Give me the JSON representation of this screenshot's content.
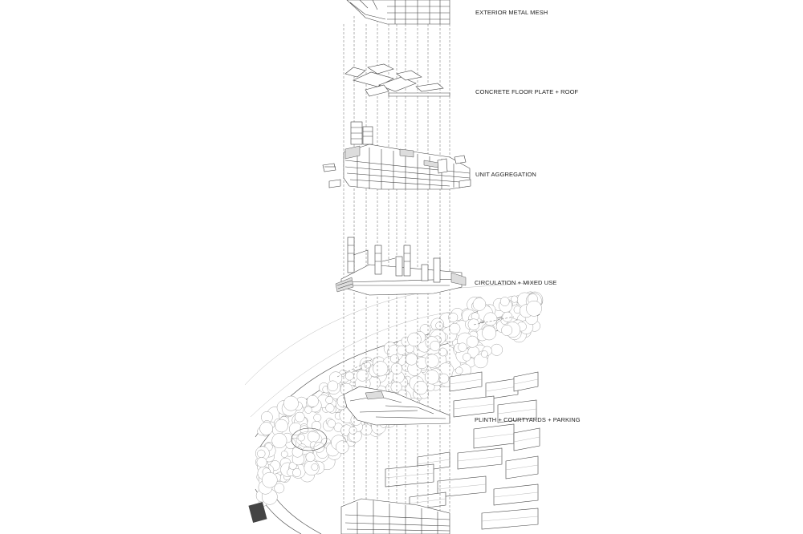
{
  "layers": [
    {
      "label": "EXTERIOR METAL MESH"
    },
    {
      "label": "CONCRETE FLOOR PLATE + ROOF"
    },
    {
      "label": "UNIT AGGREGATION"
    },
    {
      "label": "CIRCULATION + MIXED USE"
    },
    {
      "label": "PLINTH + COURTYARDS + PARKING"
    }
  ]
}
